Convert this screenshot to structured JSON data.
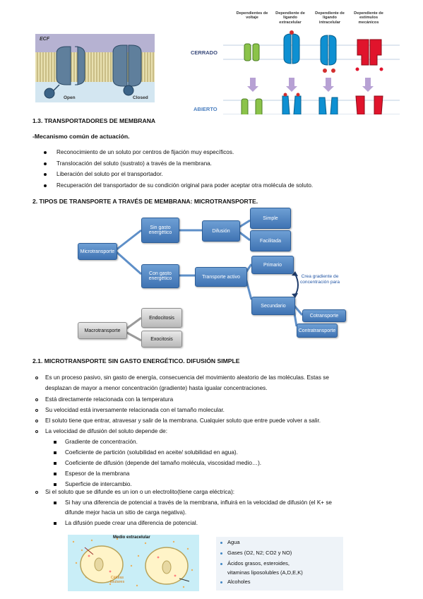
{
  "figure_channel": {
    "ecf": "ECF",
    "open": "Open",
    "closed": "Closed"
  },
  "figure_gates": {
    "columns": [
      "Dependientes de voltaje",
      "Dependiente de ligando extracelular",
      "Dependiente de ligando intracelular",
      "Dependiente de estímulos mecánicos"
    ],
    "closed_label": "CERRADO",
    "open_label": "ABIERTO"
  },
  "section_1_3": {
    "heading": "1.3. TRANSPORTADORES DE MEMBRANA",
    "subheading": "-Mecanismo común de actuación.",
    "bullets": [
      "Reconocimiento de un soluto por centros de fijación muy específicos.",
      "Translocación del soluto (sustrato) a través de la membrana.",
      "Liberación del soluto por el transportador.",
      "Recuperación del transportador de su condición original para poder aceptar otra molécula de soluto."
    ]
  },
  "section_2": {
    "heading": "2. TIPOS DE TRANSPORTE A TRAVÉS DE MEMBRANA: MICROTRANSPORTE."
  },
  "diagram": {
    "microtransporte": "Microtransporte",
    "sin_gasto": "Sin gasto energético",
    "con_gasto": "Con gasto energético",
    "difusion": "Difusión",
    "simple": "Simple",
    "facilitada": "Facilitada",
    "transporte_activo": "Transporte activo",
    "primario": "Primario",
    "secundario": "Secundario",
    "crea_gradiente": "Crea gradiente de concentración para",
    "cotransporte": "Cotransporte",
    "contratransporte": "Contratransporte",
    "macrotransporte": "Macrotransporte",
    "endocitosis": "Endocitosis",
    "exocitosis": "Exocitosis"
  },
  "section_2_1": {
    "heading": "2.1. MICROTRANSPORTE SIN GASTO ENERGÉTICO. DIFUSIÓN SIMPLE",
    "items": [
      "Es un proceso pasivo, sin gasto de energía, consecuencia del movimiento aleatorio de las moléculas. Estas se",
      "desplazan de mayor a menor concentración (gradiente) hasta igualar concentraciones.",
      "Está directamente relacionada con la temperatura",
      "Su velocidad está inversamente relacionada con el tamaño molecular.",
      "El soluto tiene que entrar, atravesar y salir de la membrana. Cualquier soluto que entre puede volver a salir.",
      "La velocidad de difusión del soluto depende de:"
    ],
    "factors": [
      "Gradiente de concentración.",
      "Coeficiente de partición (solubilidad en aceite/ solubilidad en agua).",
      "Coeficiente de difusión (depende del tamaño molécula, viscosidad medio…).",
      "Espesor de la membrana",
      "Superficie de intercambio."
    ],
    "ion_item": "Si el soluto que se difunde es un ion o un electrolito(tiene carga eléctrica):",
    "ion_sub": [
      "Si hay una diferencia de potencial a través de la membrana, influirá en la velocidad de difusión (el K+ se",
      "difunde mejor hacia un sitio de carga negativa).",
      "La difusión puede crear una diferencia de potencial."
    ]
  },
  "figure_diffusion": {
    "medio": "Medio extracelular",
    "cells": "Células tisulares"
  },
  "figure_list": {
    "items": [
      "Agua",
      "Gases (O2, N2; CO2 y NO)",
      "Ácidos grasos, esteroides,",
      "vitaminas liposolubles (A,D,E,K)",
      "Alcoholes"
    ]
  }
}
